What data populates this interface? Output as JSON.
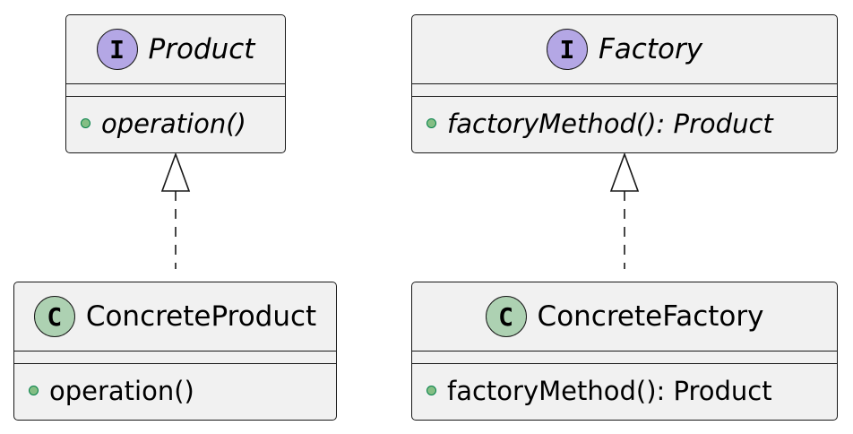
{
  "classes": {
    "product": {
      "stereotype": "I",
      "name": "Product",
      "operation": "operation()"
    },
    "factory": {
      "stereotype": "I",
      "name": "Factory",
      "operation": "factoryMethod(): Product"
    },
    "concrete_product": {
      "stereotype": "C",
      "name": "ConcreteProduct",
      "operation": "operation()"
    },
    "concrete_factory": {
      "stereotype": "C",
      "name": "ConcreteFactory",
      "operation": "factoryMethod(): Product"
    }
  },
  "colors": {
    "interface_badge": "#b4a7e5",
    "class_badge": "#add1b2",
    "box_fill": "#f1f1f1",
    "visibility_dot": "#84be84"
  }
}
